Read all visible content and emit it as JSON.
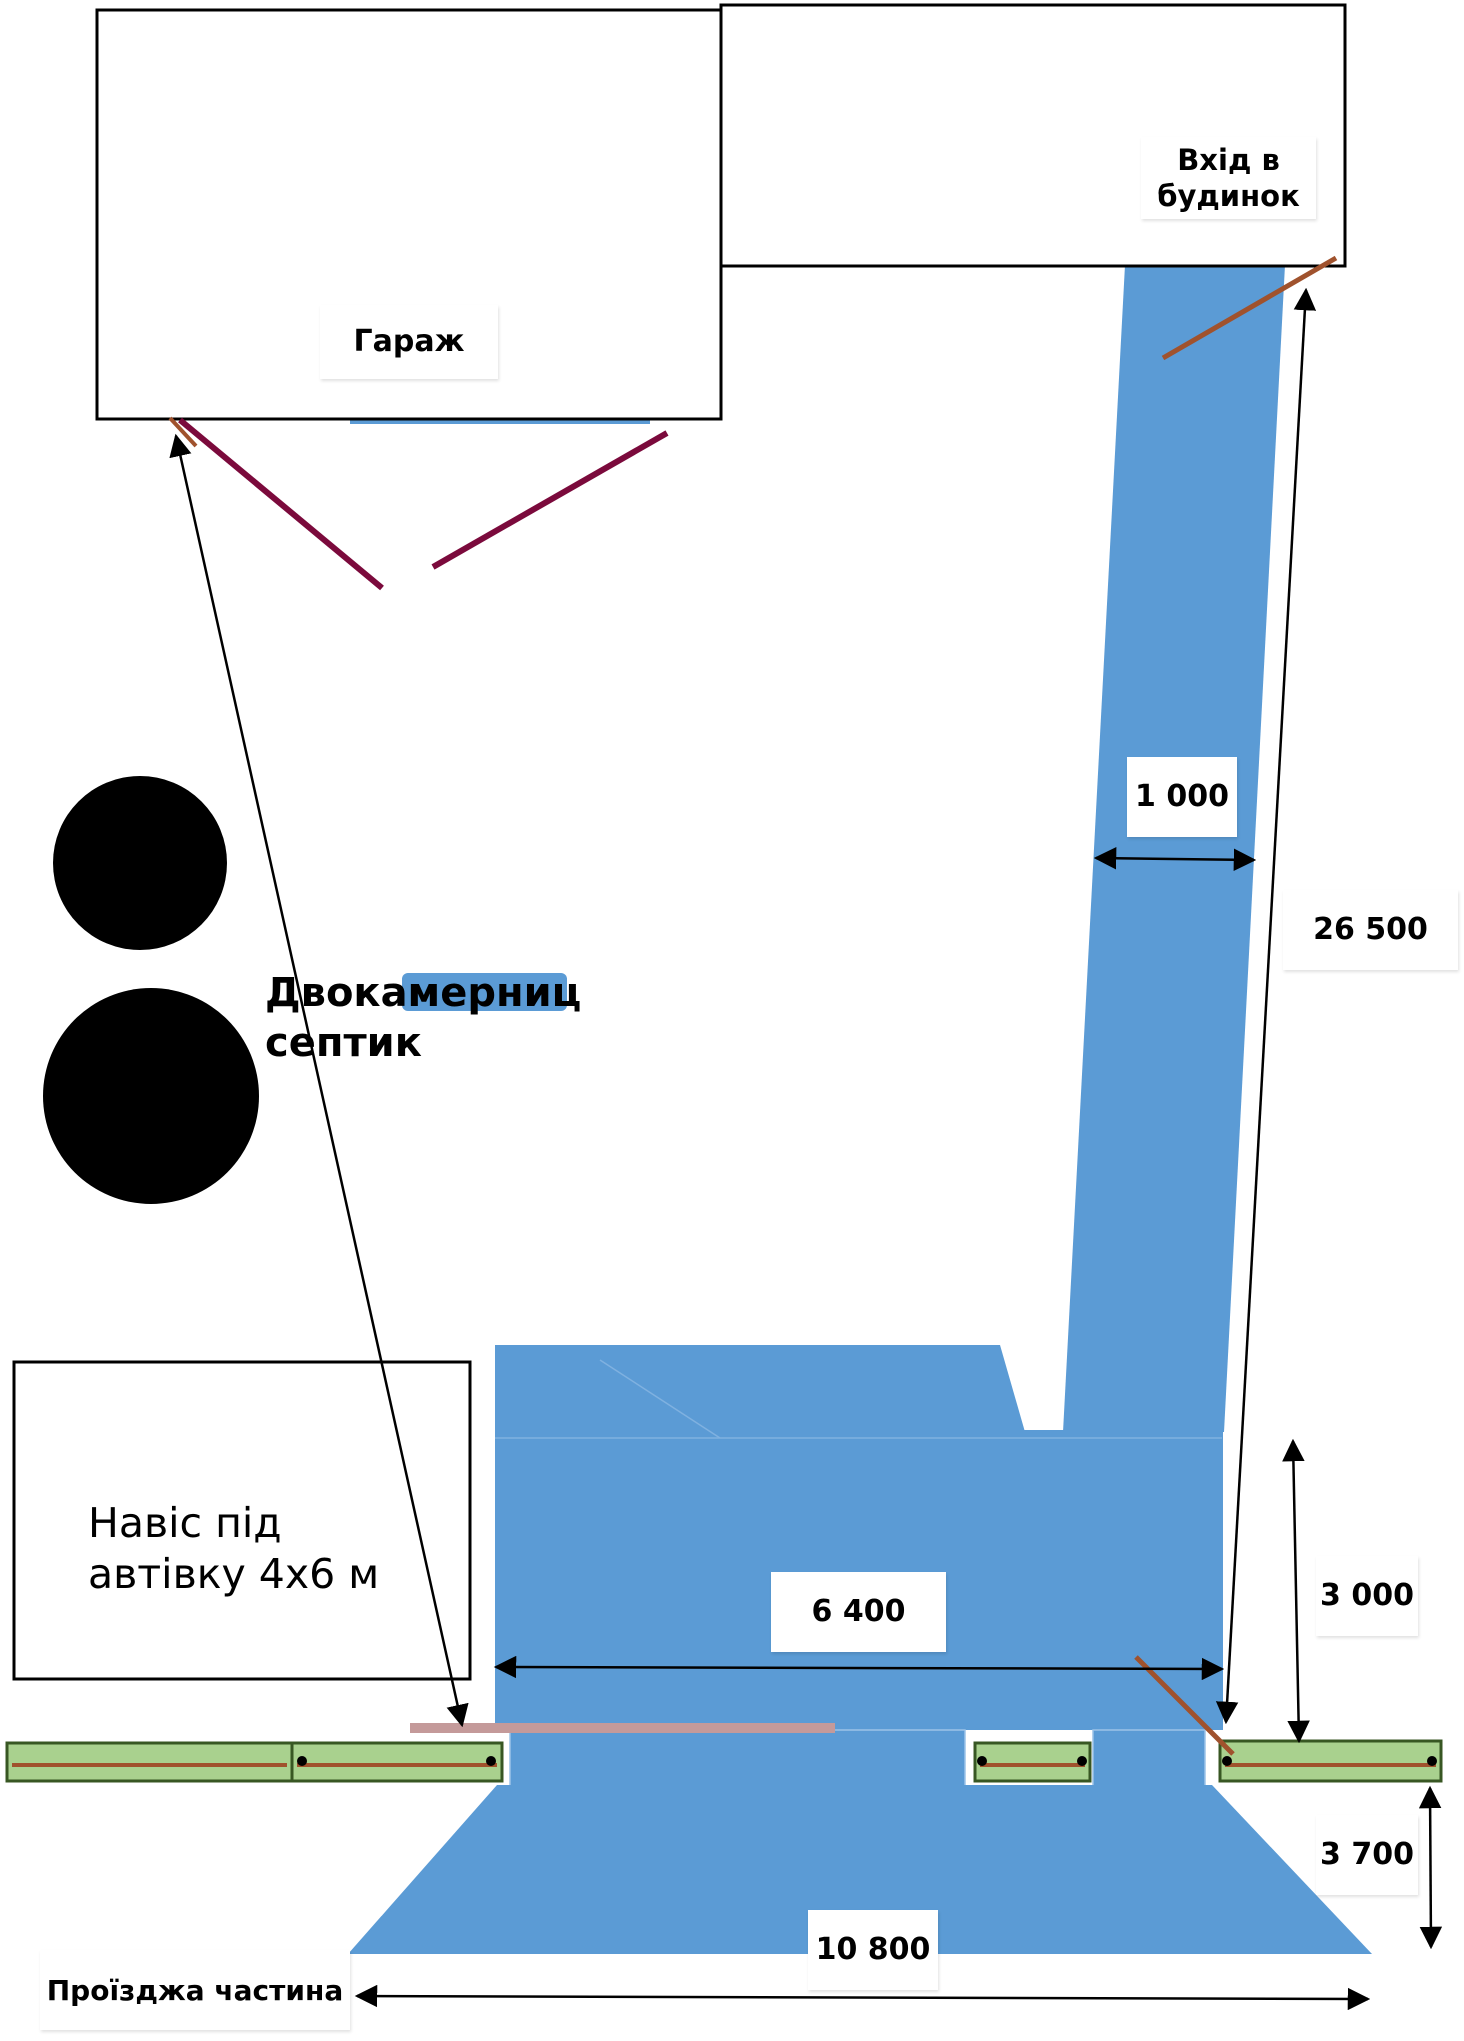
{
  "diagram": {
    "colors": {
      "pavement": "#5b9bd5",
      "outline": "#000000",
      "gate_rail": "#a0522d",
      "gate_fill": "#a9d18e",
      "gate_border": "#385723",
      "door_swing": "#7b0a3c",
      "septic": "#000000",
      "sidewalk": "#c49a9a"
    },
    "labels": {
      "garage": "Гараж",
      "house_entrance_line1": "Вхід в",
      "house_entrance_line2": "будинок",
      "septic_line1": "Двокамерниц",
      "septic_line2": "септик",
      "canopy_line1": "Навіс під",
      "canopy_line2": "автівку 4х6 м",
      "roadway": "Проїзджа частина"
    },
    "dimensions": {
      "path_width": "1 000",
      "total_length": "26 500",
      "driveway_width": "6 400",
      "gate_setback": "3 000",
      "road_setback": "3 700",
      "road_width": "10 800"
    }
  }
}
